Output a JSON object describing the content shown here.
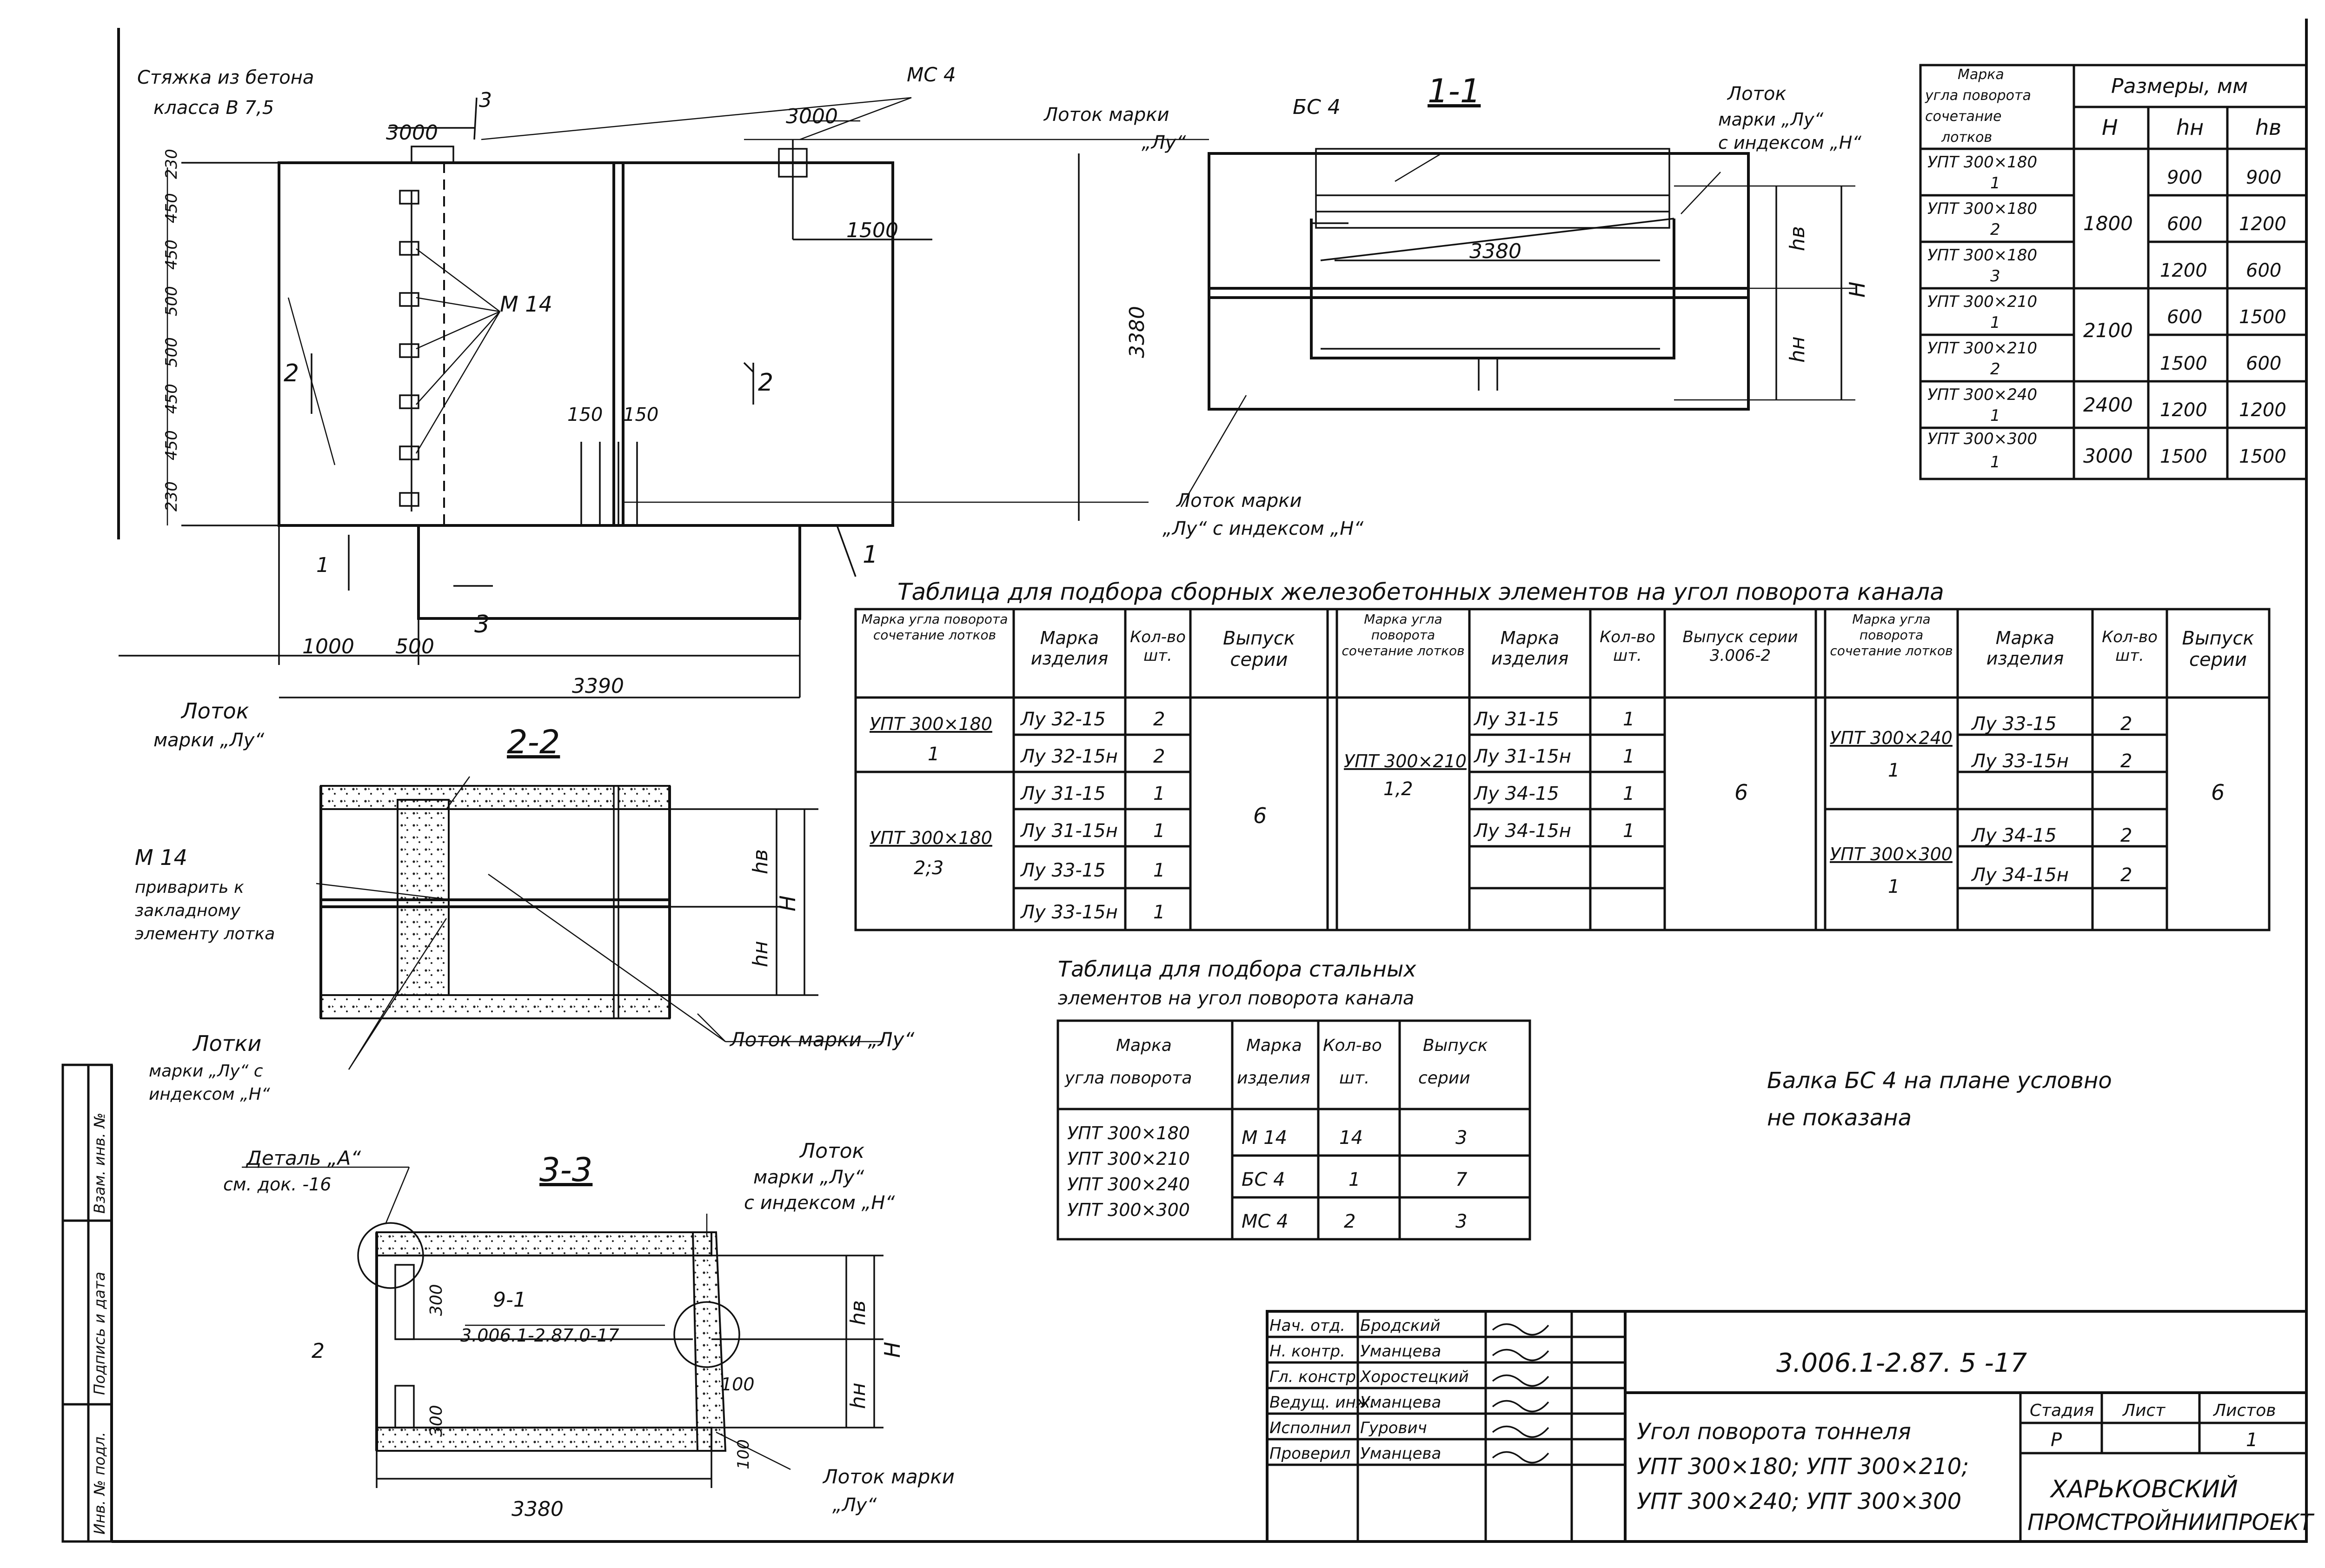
{
  "plan": {
    "note_concrete": [
      "Стяжка из бетона",
      "класса В 7,5"
    ],
    "mc4": "МС 4",
    "cut3": "3",
    "dim_3000_a": "3000",
    "dim_3000_b": "3000",
    "dim_1500": "1500",
    "left_dims": [
      "230",
      "450",
      "450",
      "500",
      "500",
      "450",
      "450",
      "230"
    ],
    "label_lotok": [
      "Лоток марки",
      "„Лу“"
    ],
    "m14": "М 14",
    "cut2_left": "2",
    "cut2_right": "2",
    "dim_3380": "3380",
    "dim_150a": "150",
    "dim_150b": "150",
    "label_lotok_h": [
      "Лоток марки",
      "„Лу“ с индексом „Н“"
    ],
    "cut1_left": "1",
    "cut1_right": "1",
    "cut3_bottom": "3",
    "dim_1000": "1000",
    "dim_500": "500",
    "dim_3390": "3390"
  },
  "section11": {
    "title": "1-1",
    "bc4": "БС 4",
    "lotok": [
      "Лоток",
      "марки „Лу“",
      "с индексом „Н“"
    ],
    "dim_3380": "3380",
    "hv": "hв",
    "hn": "hн",
    "H": "Н"
  },
  "section22": {
    "title": "2-2",
    "lotok": [
      "Лоток",
      "марки „Лу“"
    ],
    "m14": [
      "М 14",
      "приварить к",
      "закладному",
      "элементу лотка"
    ],
    "lotki": [
      "Лотки",
      "марки „Лу“ с",
      "индексом „Н“"
    ],
    "lotok_bottom": "Лоток марки „Лу“",
    "hv": "hв",
    "hn": "hн",
    "H": "Н"
  },
  "section33": {
    "title": "3-3",
    "detail": [
      "Деталь „А“",
      "см. док. -16"
    ],
    "lotok": [
      "Лоток",
      "марки „Лу“",
      "с индексом „Н“"
    ],
    "dim_300a": "300",
    "dim_300b": "300",
    "ref": [
      "9-1",
      "3.006.1-2.87.0-17"
    ],
    "dim_100a": "100",
    "dim_100b": "100",
    "dim_3380": "3380",
    "lotok_bottom": [
      "Лоток марки",
      "„Лу“"
    ],
    "hv": "hв",
    "hn": "hн",
    "H": "Н",
    "z": "2"
  },
  "size_table": {
    "h_mark": [
      "Марка",
      "угла поворота",
      "сочетание",
      "лотков"
    ],
    "h_sizes": "Размеры, мм",
    "h_cols": [
      "Н",
      "hн",
      "hв"
    ],
    "rows": [
      {
        "mark": "УПТ 300×180",
        "num": "1",
        "hn": "900",
        "hv": "900"
      },
      {
        "mark": "УПТ 300×180",
        "num": "2",
        "hn": "600",
        "hv": "1200"
      },
      {
        "mark": "УПТ 300×180",
        "num": "3",
        "hn": "1200",
        "hv": "600"
      },
      {
        "mark": "УПТ 300×210",
        "num": "1",
        "hn": "600",
        "hv": "1500"
      },
      {
        "mark": "УПТ 300×210",
        "num": "2",
        "hn": "1500",
        "hv": "600"
      },
      {
        "mark": "УПТ 300×240",
        "num": "1",
        "hn": "1200",
        "hv": "1200"
      },
      {
        "mark": "УПТ 300×300",
        "num": "1",
        "hn": "1500",
        "hv": "1500"
      }
    ],
    "H_values": [
      "1800",
      "2100",
      "2400",
      "3000"
    ]
  },
  "rc_table": {
    "title": "Таблица для подбора сборных железобетонных элементов на угол поворота канала",
    "headers": [
      "Марка угла поворота сочетание лотков",
      "Марка изделия",
      "Кол-во шт.",
      "Выпуск серии"
    ],
    "header_series_b": "Выпуск серии 3.006-2",
    "block_a": {
      "mark1": [
        "УПТ 300×180",
        "1"
      ],
      "mark2": [
        "УПТ 300×180",
        "2;3"
      ],
      "items": [
        [
          "Лу 32-15",
          "2"
        ],
        [
          "Лу 32-15н",
          "2"
        ],
        [
          "Лу 31-15",
          "1"
        ],
        [
          "Лу 31-15н",
          "1"
        ],
        [
          "Лу 33-15",
          "1"
        ],
        [
          "Лу 33-15н",
          "1"
        ]
      ],
      "series": "6"
    },
    "block_b": {
      "mark": [
        "УПТ 300×210",
        "1,2"
      ],
      "items": [
        [
          "Лу 31-15",
          "1"
        ],
        [
          "Лу 31-15н",
          "1"
        ],
        [
          "Лу 34-15",
          "1"
        ],
        [
          "Лу 34-15н",
          "1"
        ]
      ],
      "series": "6"
    },
    "block_c": {
      "mark1": [
        "УПТ 300×240",
        "1"
      ],
      "mark2": [
        "УПТ 300×300",
        "1"
      ],
      "items": [
        [
          "Лу 33-15",
          "2"
        ],
        [
          "Лу 33-15н",
          "2"
        ],
        [
          "Лу 34-15",
          "2"
        ],
        [
          "Лу 34-15н",
          "2"
        ]
      ],
      "series": "6"
    }
  },
  "steel_table": {
    "title": [
      "Таблица для подбора стальных",
      "элементов на угол поворота канала"
    ],
    "headers": [
      [
        "Марка",
        "угла поворота"
      ],
      [
        "Марка",
        "изделия"
      ],
      [
        "Кол-во",
        "шт."
      ],
      [
        "Выпуск",
        "серии"
      ]
    ],
    "marks": [
      "УПТ 300×180",
      "УПТ 300×210",
      "УПТ 300×240",
      "УПТ 300×300"
    ],
    "rows": [
      [
        "М 14",
        "14",
        "3"
      ],
      [
        "БС 4",
        "1",
        "7"
      ],
      [
        "МС 4",
        "2",
        "3"
      ]
    ]
  },
  "note": [
    "Балка БС 4 на плане условно",
    "не показана"
  ],
  "title_block": {
    "roles": [
      "Нач. отд.",
      "Н. контр.",
      "Гл. констр.",
      "Ведущ. инж.",
      "Исполнил",
      "Проверил"
    ],
    "names": [
      "Бродский",
      "Уманцева",
      "Хоростецкий",
      "Уманцева",
      "Гурович",
      "Уманцева"
    ],
    "code": "3.006.1-2.87. 5 -17",
    "name": [
      "Угол поворота тоннеля",
      "УПТ 300×180; УПТ 300×210;",
      "УПТ 300×240; УПТ 300×300"
    ],
    "stage_h": "Стадия",
    "sheet_h": "Лист",
    "sheets_h": "Листов",
    "stage": "Р",
    "sheets": "1",
    "org": [
      "ХАРЬКОВСКИЙ",
      "ПРОМСТРОЙНИИПРОЕКТ"
    ]
  },
  "side_stamp": [
    "Инв. № подл.",
    "Подпись и дата",
    "Взам. инв. №"
  ]
}
